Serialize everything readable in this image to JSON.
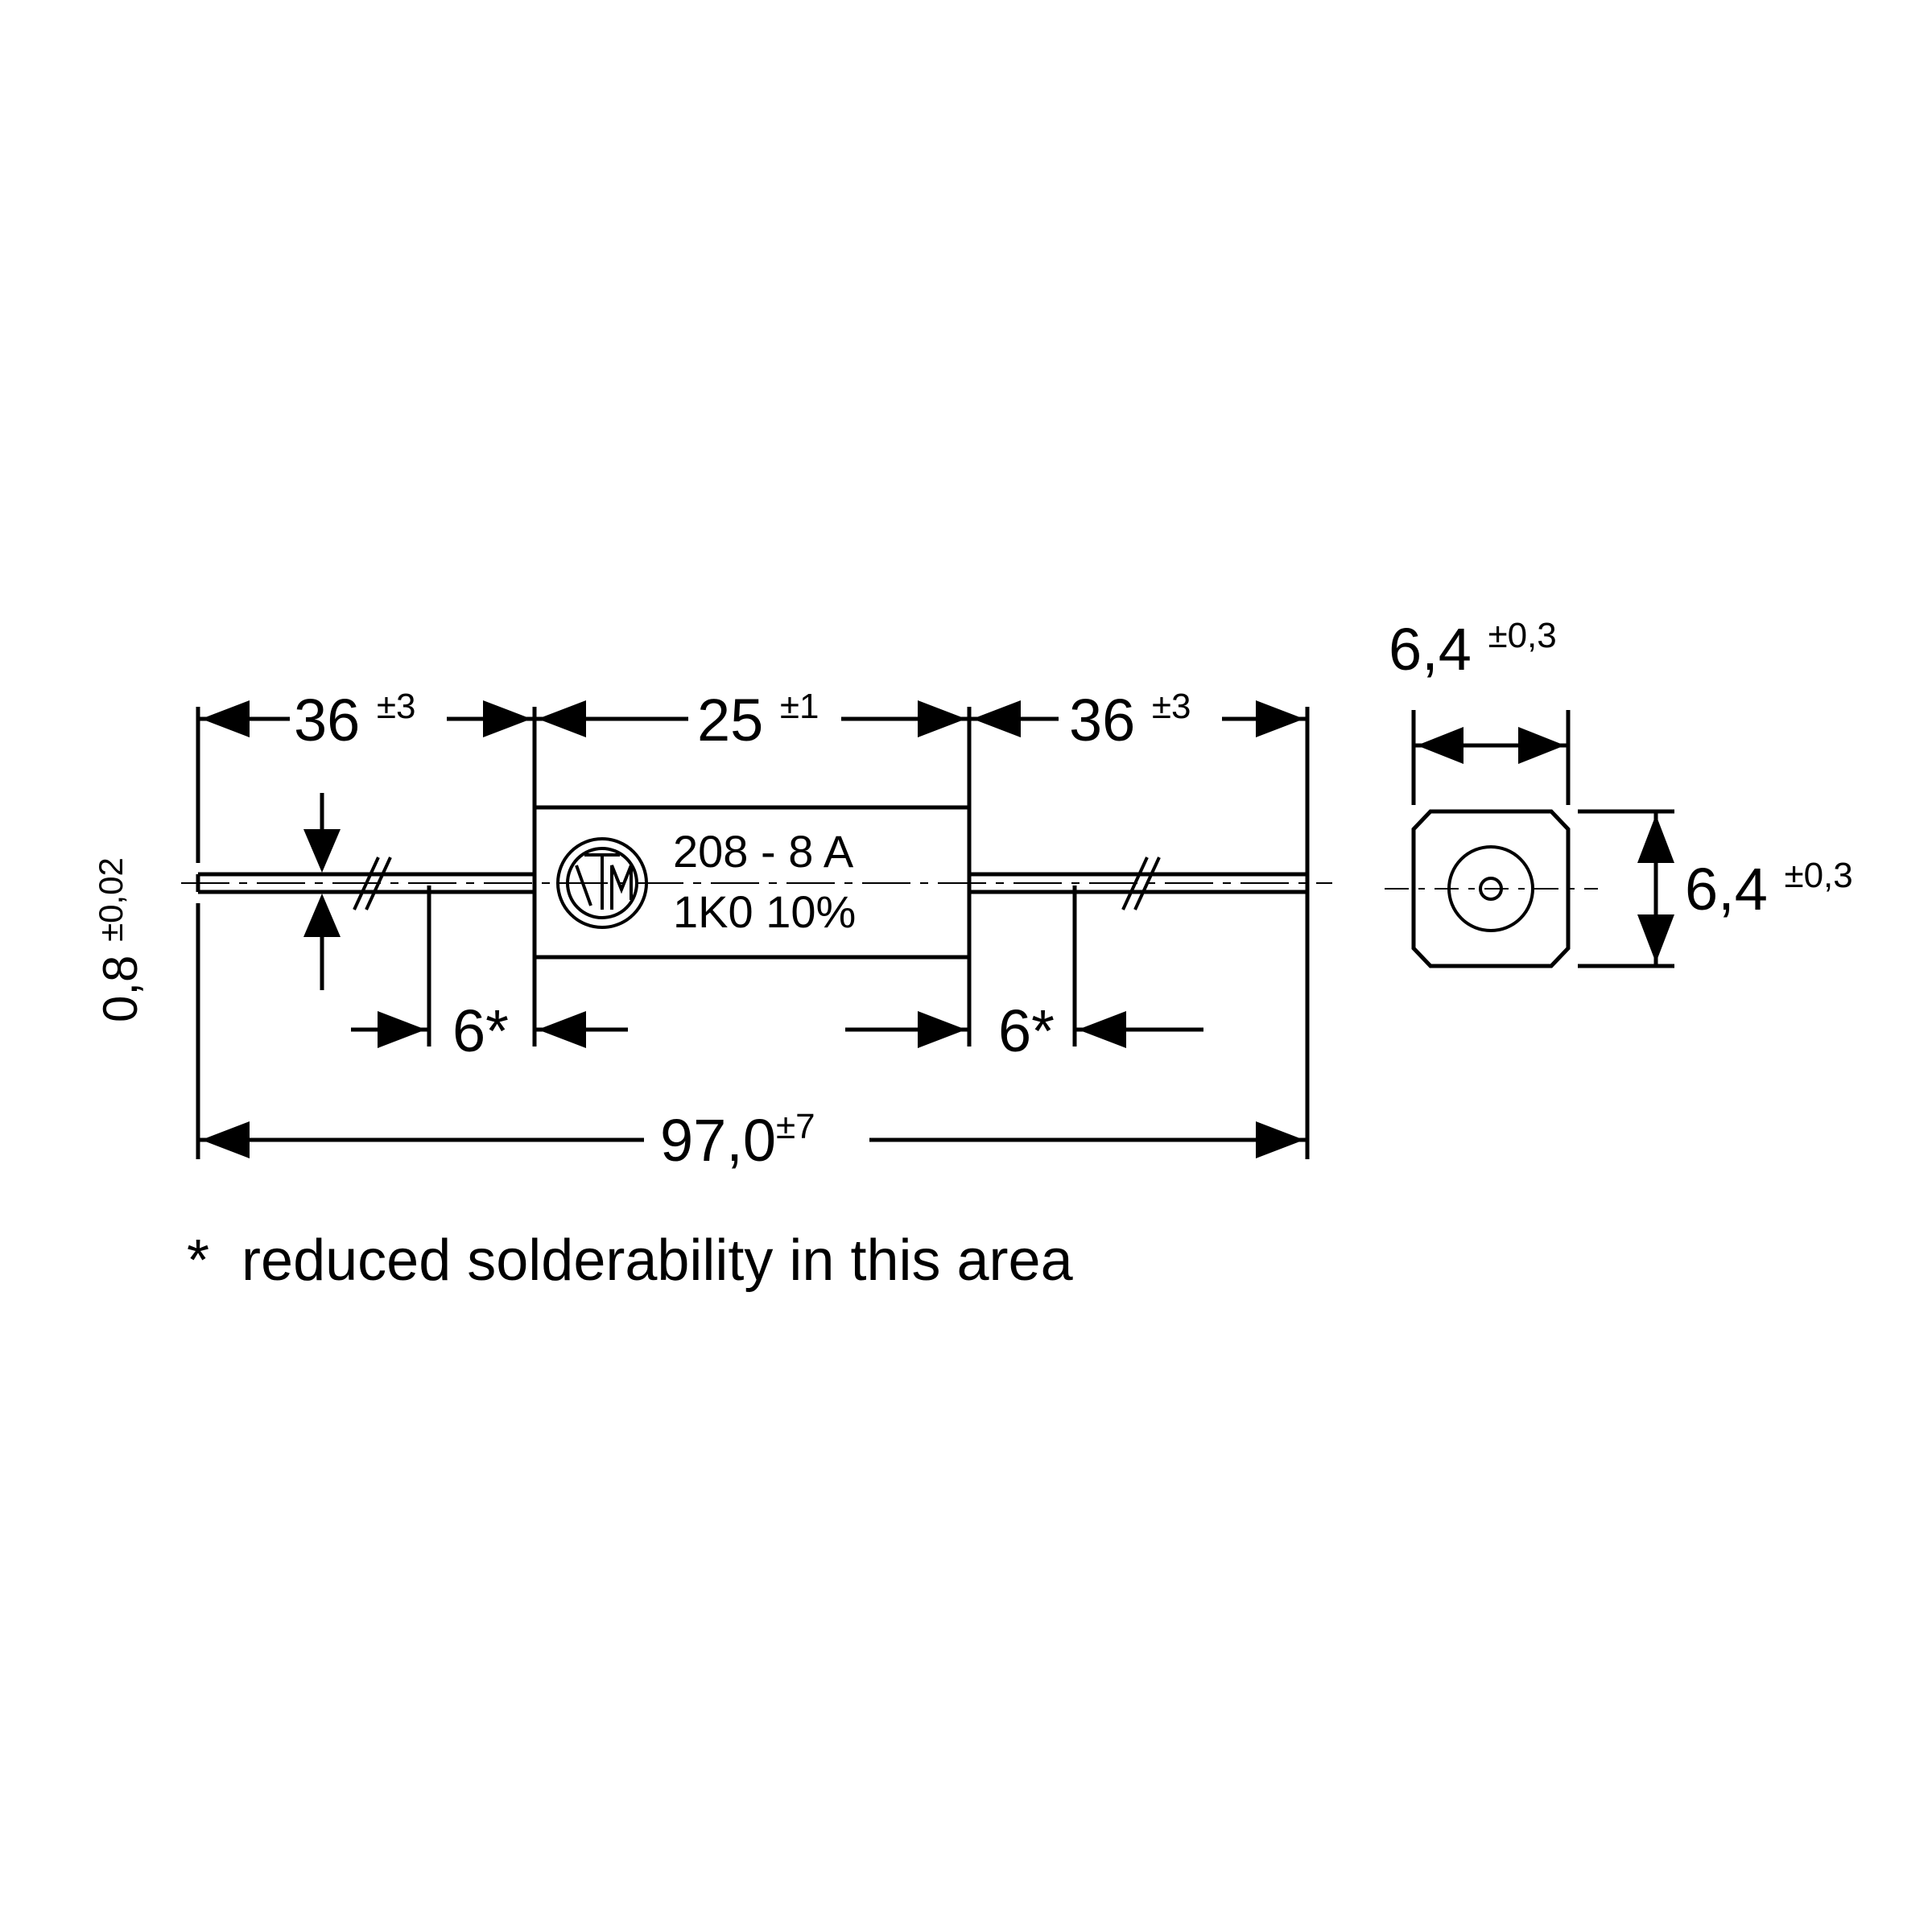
{
  "drawing": {
    "dims": {
      "lead_left": {
        "value": "36",
        "tol": "±3"
      },
      "body_length": {
        "value": "25",
        "tol": "±1"
      },
      "lead_right": {
        "value": "36",
        "tol": "±3"
      },
      "total_length": {
        "value": "97,0",
        "tol": "±7"
      },
      "lead_diameter": {
        "value": "0,8",
        "tol": "±0,02"
      },
      "solder_left": {
        "value": "6*"
      },
      "solder_right": {
        "value": "6*"
      },
      "end_width": {
        "value": "6,4",
        "tol": "±0,3"
      },
      "end_height": {
        "value": "6,4",
        "tol": "±0,3"
      }
    },
    "marking": {
      "logo": "VTM",
      "line1": "208 - 8  A",
      "line2": "1K0  10%"
    },
    "footnote": {
      "star": "*",
      "text": "reduced solderability in this area"
    }
  }
}
